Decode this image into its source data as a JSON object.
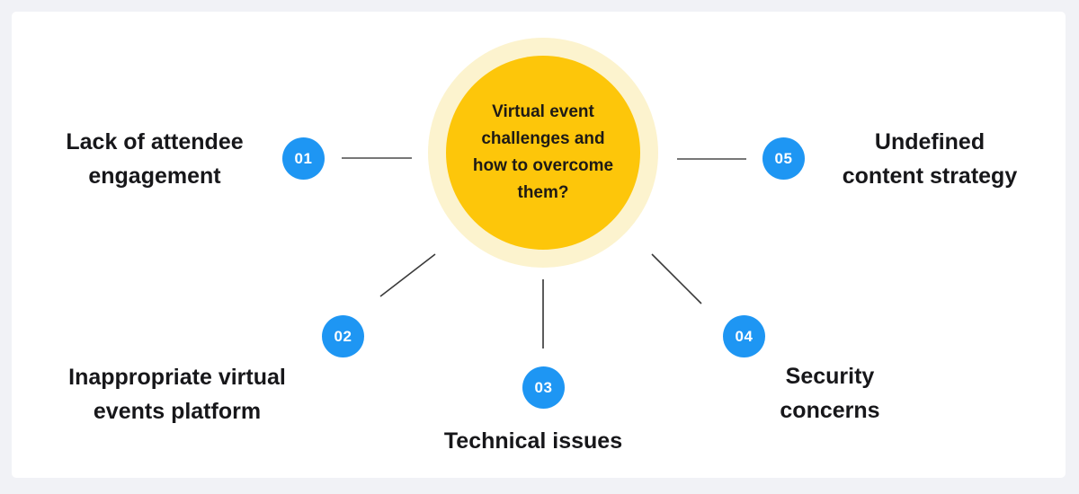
{
  "colors": {
    "page_background": "#F1F2F6",
    "card_background": "#FFFFFF",
    "hub_fill": "#FDC60A",
    "hub_halo": "#FCF3CE",
    "badge_fill": "#1E96F3",
    "badge_text": "#FFFFFF",
    "label_text": "#17171A",
    "connector": "#4A4A4A"
  },
  "central": {
    "title": "Virtual event challenges and how to overcome them?",
    "title_lines": [
      "Virtual event",
      "challenges and",
      "how to overcome",
      "them?"
    ]
  },
  "items": [
    {
      "number": "01",
      "label": "Lack of attendee engagement",
      "lines": [
        "Lack of attendee",
        "engagement"
      ]
    },
    {
      "number": "02",
      "label": "Inappropriate virtual events platform",
      "lines": [
        "Inappropriate virtual",
        "events platform"
      ]
    },
    {
      "number": "03",
      "label": "Technical issues",
      "lines": [
        "Technical issues"
      ]
    },
    {
      "number": "04",
      "label": "Security concerns",
      "lines": [
        "Security",
        "concerns"
      ]
    },
    {
      "number": "05",
      "label": "Undefined content strategy",
      "lines": [
        "Undefined",
        "content strategy"
      ]
    }
  ]
}
